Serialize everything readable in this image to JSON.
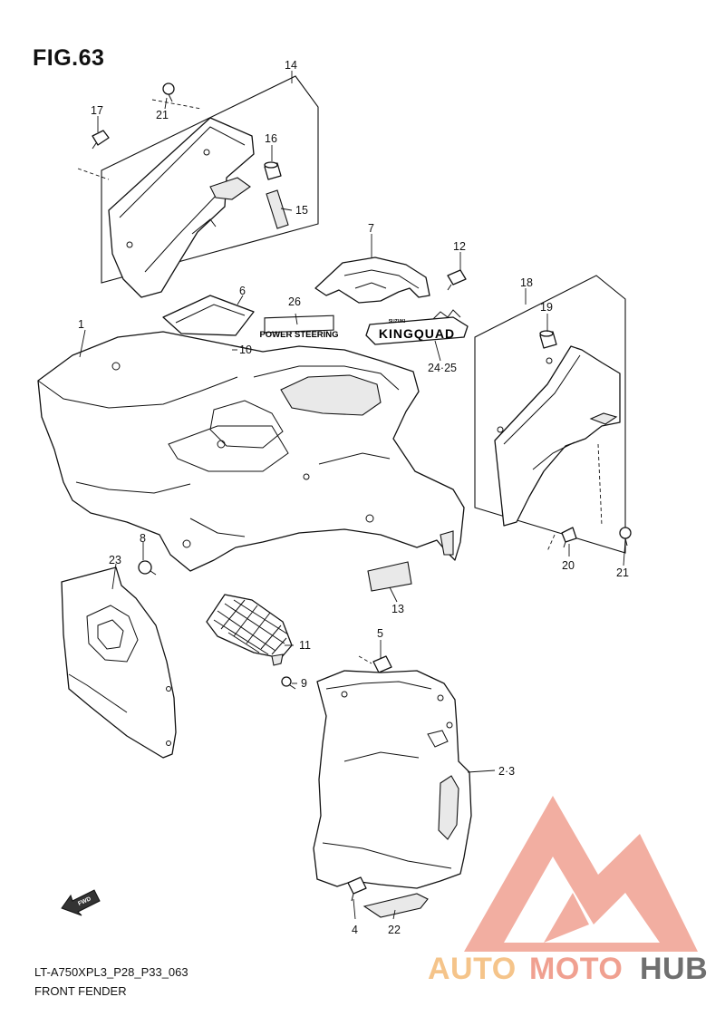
{
  "figure": {
    "title": "FIG.63",
    "model_code": "LT-A750XPL3_P28_P33_063",
    "name": "FRONT FENDER"
  },
  "callouts": {
    "c1": "1",
    "c23": "2·3",
    "c4": "4",
    "c5": "5",
    "c6": "6",
    "c7": "7",
    "c8": "8",
    "c9": "9",
    "c10": "10",
    "c11": "11",
    "c12": "12",
    "c13": "13",
    "c14": "14",
    "c15": "15",
    "c16": "16",
    "c17": "17",
    "c18": "18",
    "c19": "19",
    "c20": "20",
    "c21a": "21",
    "c21b": "21",
    "c22": "22",
    "c23b": "23",
    "c2425": "24·25",
    "c26": "26"
  },
  "decals": {
    "power_steering": "POWER STEERING",
    "kingquad": "KINGQUAD",
    "suzuki_small": "SUZUKI",
    "fwd": "FWD"
  },
  "watermark": {
    "auto": "AUTO",
    "moto": "MOTO",
    "hub": "HUB",
    "color_primary": "#f0a090",
    "color_secondary": "#f5c48a",
    "color_dark": "#6f6f6f"
  }
}
